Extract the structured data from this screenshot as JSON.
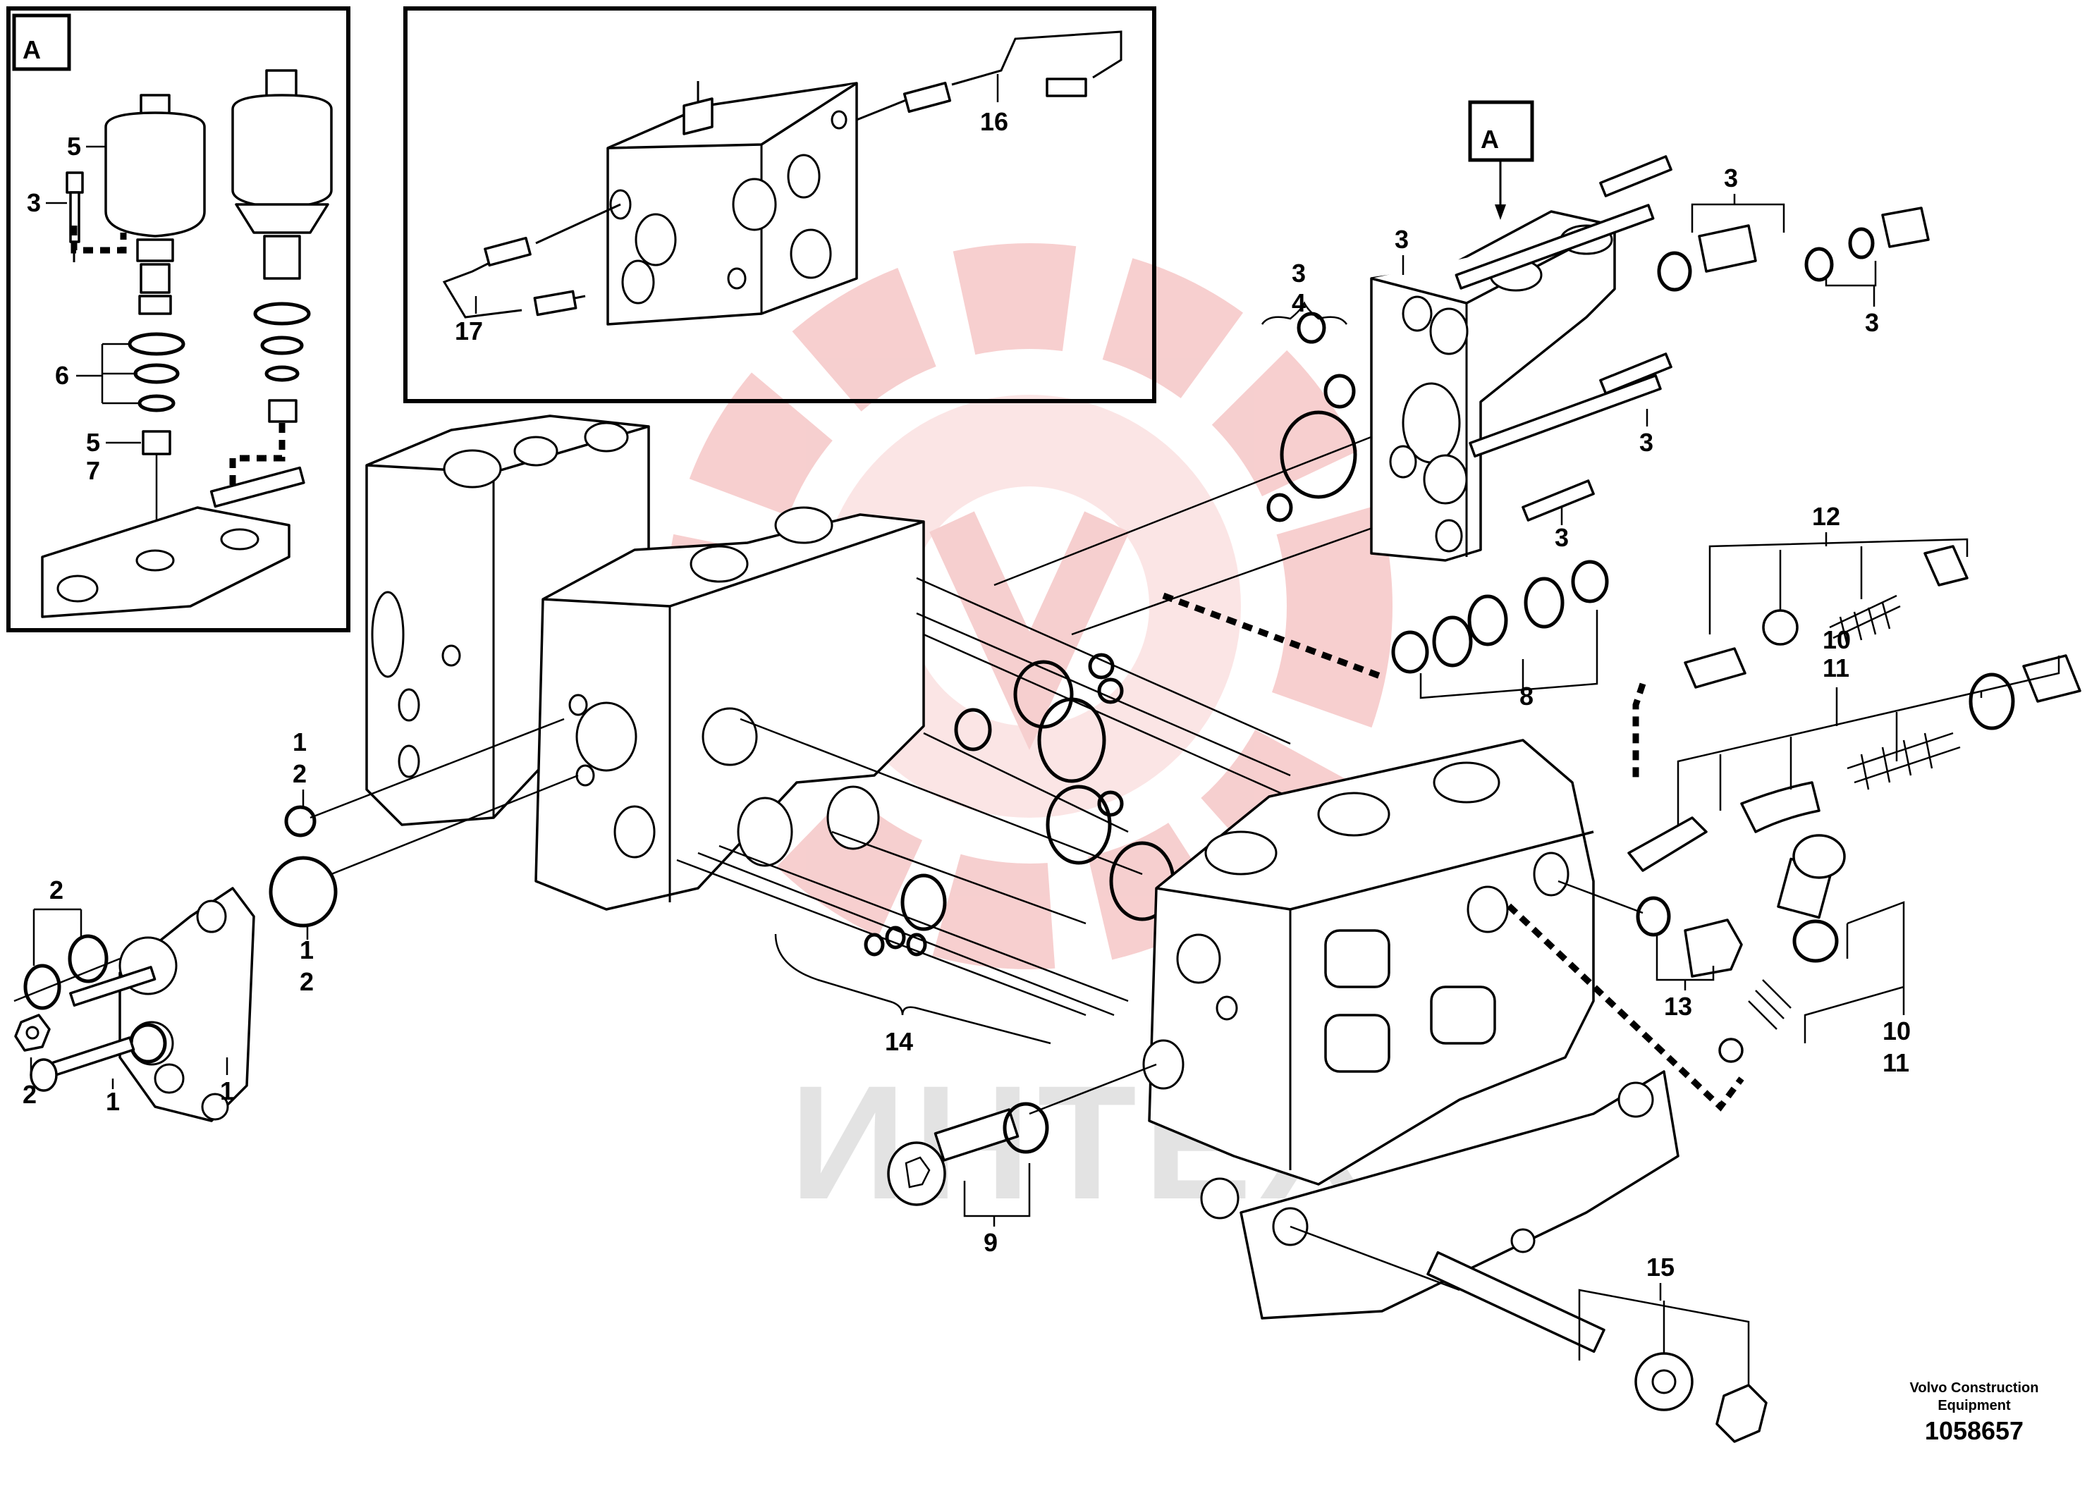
{
  "diagram": {
    "inset_view_marker": "A",
    "view_pointer_marker": "A",
    "callouts": {
      "c1_a": "1",
      "c1_b": "1",
      "c1_c": "1",
      "c1_d": "1",
      "c2_a": "2",
      "c2_b": "2",
      "c2_c": "2",
      "c2_d": "2",
      "c3_inset": "3",
      "c3_a": "3",
      "c3_b": "3",
      "c3_c": "3",
      "c3_d": "3",
      "c3_e": "3",
      "c3_f": "3",
      "c4": "4",
      "c5_a": "5",
      "c5_b": "5",
      "c6": "6",
      "c7": "7",
      "c8": "8",
      "c9": "9",
      "c10_a": "10",
      "c10_b": "10",
      "c11_a": "11",
      "c11_b": "11",
      "c12": "12",
      "c13": "13",
      "c14": "14",
      "c15": "15",
      "c16": "16",
      "c17": "17"
    },
    "watermark": "ИНТЕХ",
    "publisher_line1": "Volvo Construction",
    "publisher_line2": "Equipment",
    "drawing_number": "1058657",
    "colors": {
      "line": "#000000",
      "watermark_logo": "#f4b5b5",
      "watermark_text": "#e3e3e3"
    }
  }
}
